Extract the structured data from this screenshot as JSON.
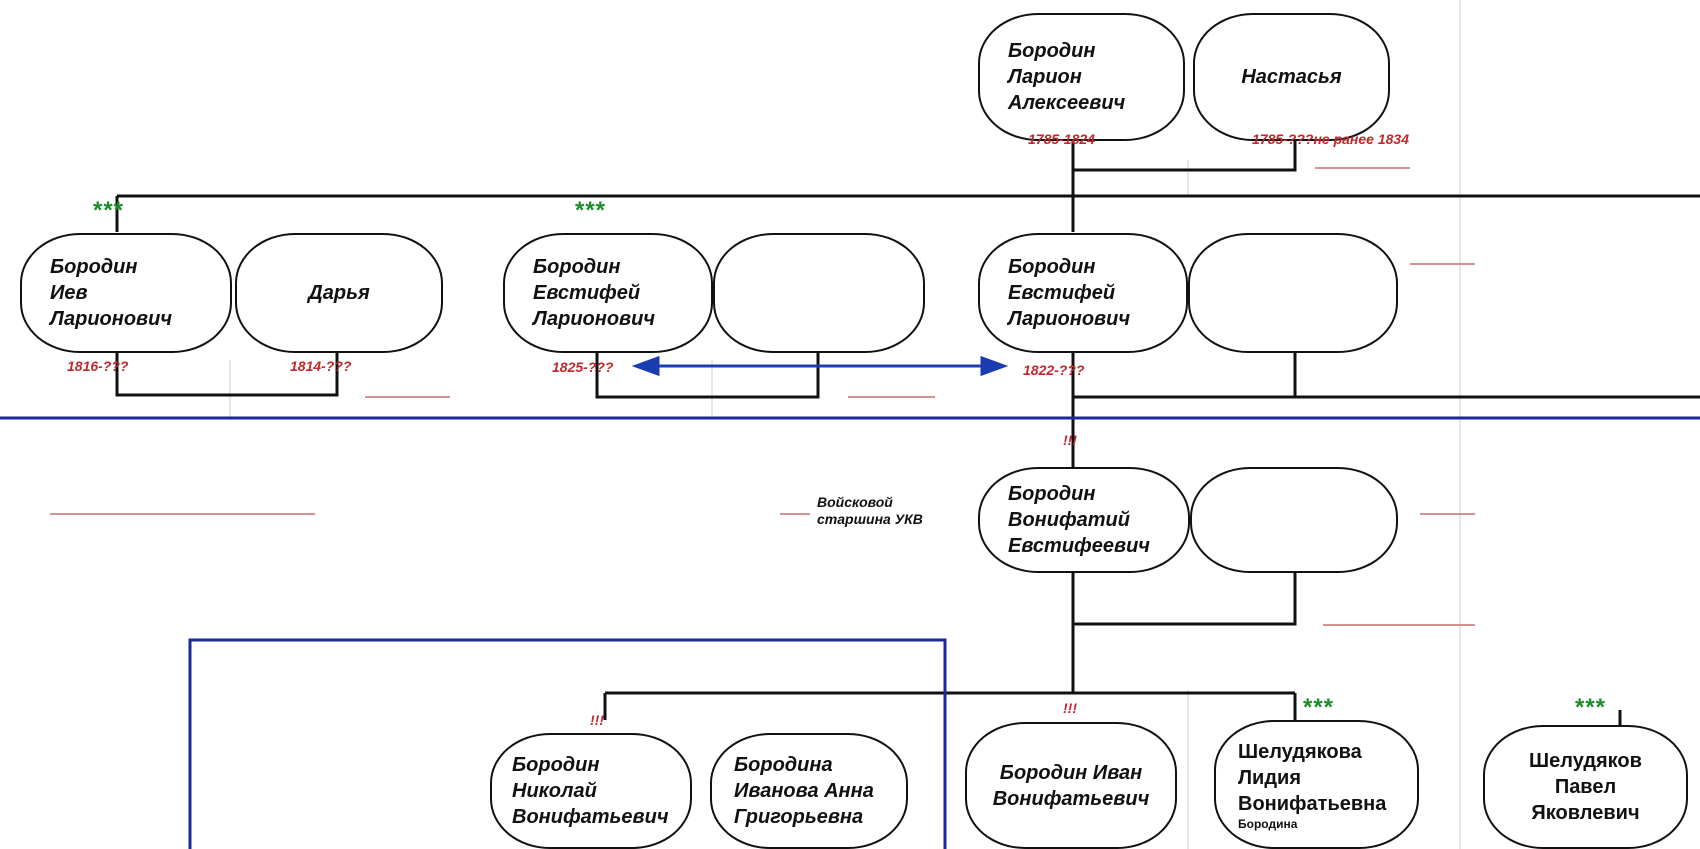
{
  "people": {
    "larion": [
      "Бородин",
      "Ларион",
      "Алексеевич"
    ],
    "nastasya": [
      "Настасья"
    ],
    "iev": [
      "Бородин",
      "Иев",
      "Ларионович"
    ],
    "darya": [
      "Дарья"
    ],
    "evstifey_1825": [
      "Бородин",
      "Евстифей",
      "Ларионович"
    ],
    "evstifey_1822": [
      "Бородин",
      "Евстифей",
      "Ларионович"
    ],
    "vonifatiy": [
      "Бородин",
      "Вонифатий",
      "Евстифеевич"
    ],
    "nikolay": [
      "Бородин",
      "Николай",
      "Вонифатьевич"
    ],
    "anna": [
      "Бородина",
      "Иванова Анна",
      "Григорьевна"
    ],
    "ivan": [
      "Бородин Иван",
      "Вонифатьевич"
    ],
    "lidiya": [
      "Шелудякова",
      "Лидия",
      "Вонифатьевна"
    ],
    "lidiya_note": "Бородина",
    "pavel": [
      "Шелудяков",
      "Павел",
      "Яковлевич"
    ]
  },
  "dates": {
    "larion": "1785-1824",
    "nastasya": "1785-???не ранее 1834",
    "iev": "1816-???",
    "darya": "1814-???",
    "evstifey_1825": "1825-???",
    "evstifey_1822": "1822-???"
  },
  "marks": {
    "stars": "***",
    "excl": "!!!",
    "rank_line1": "Войсковой",
    "rank_line2": "старшина УКВ"
  },
  "colors": {
    "date": "#c0282d",
    "stars": "#1e8c2a",
    "accent_line": "#1b2a9a",
    "arrow": "#1b3cb0",
    "guide": "#c07070"
  }
}
